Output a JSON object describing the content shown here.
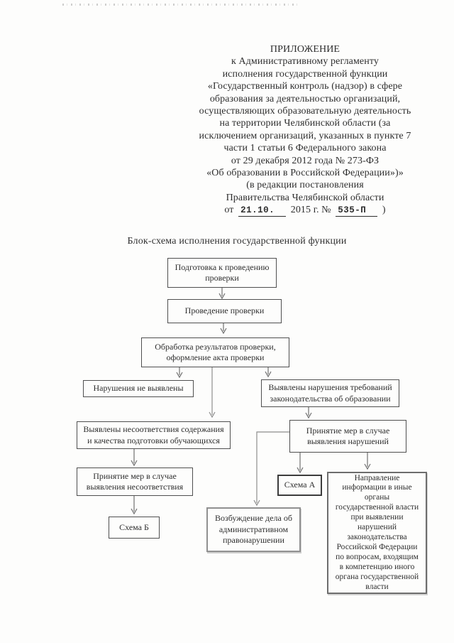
{
  "colors": {
    "ink": "#2e2e2e",
    "border": "#4f4f4f",
    "line": "#6f6f6f",
    "page-bg": "#fdfdfc"
  },
  "header": {
    "lines": [
      "ПРИЛОЖЕНИЕ",
      "к Административному регламенту",
      "исполнения государственной функции",
      "«Государственный контроль (надзор) в сфере",
      "образования за деятельностью организаций,",
      "осуществляющих образовательную деятельность",
      "на территории Челябинской области (за",
      "исключением организаций, указанных в пункте 7",
      "части 1 статьи 6 Федерального закона",
      "от 29 декабря 2012 года № 273-ФЗ",
      "«Об образовании в Российской Федерации»)»",
      "(в редакции постановления",
      "Правительства Челябинской области"
    ],
    "last_line": {
      "prefix": "от",
      "date_filled": "21.10.",
      "middle": "2015 г. №",
      "number_filled": "535-П",
      "suffix": ")"
    }
  },
  "flowchart": {
    "title": "Блок-схема исполнения государственной функции",
    "boxes": {
      "podgotovka": "Подготовка к проведению\nпроверки",
      "provedenie": "Проведение проверки",
      "obrabotka": "Обработка результатов проверки,\nоформление акта проверки",
      "no_violations": "Нарушения не выявлены",
      "violations_found": "Выявлены нарушения требований\nзаконодательства об образовании",
      "mismatch_found": "Выявлены несоответствия содержания\nи качества подготовки обучающихся",
      "measures_violations": "Принятие мер в случае\nвыявления нарушений",
      "measures_mismatch": "Принятие мер в случае\nвыявления несоответствия",
      "schema_b": "Схема Б",
      "schema_a": "Схема А",
      "admin_case": "Возбуждение дела об\nадминистративном\nправонарушении",
      "forward_info": "Направление\nинформации в иные\nорганы\nгосударственной власти\nпри выявлении\nнарушений\nзаконодательства\nРоссийской Федерации\nпо вопросам, входящим\nв компетенцию иного\nоргана государственной\nвласти"
    }
  }
}
